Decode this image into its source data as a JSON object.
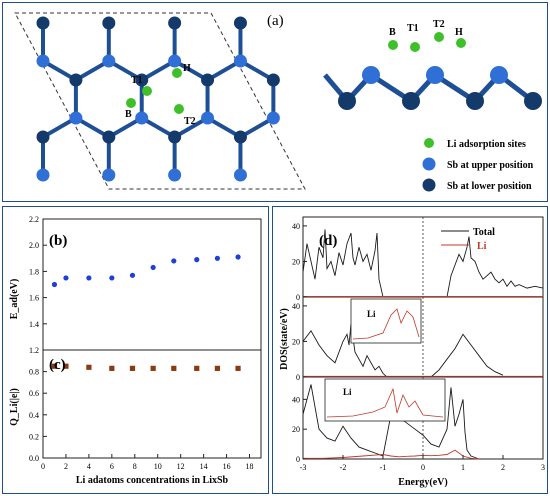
{
  "panel_a": {
    "label": "(a)",
    "top_view_sites": [
      "T1",
      "H",
      "B",
      "T2"
    ],
    "side_view_sites": [
      "B",
      "T1",
      "T2",
      "H"
    ],
    "legend": [
      {
        "label": "Li  adsorption sites",
        "color": "#3fbf2a"
      },
      {
        "label": "Sb at upper position",
        "color": "#2f6fd6"
      },
      {
        "label": "Sb at lower position",
        "color": "#143a6b"
      }
    ]
  },
  "panel_bc": {
    "label_b": "(b)",
    "label_c": "(c)",
    "ylabel_b": "E_ad(eV)",
    "ylabel_c": "Q_Li(|e|)",
    "xlabel": "Li adatoms concentrations in LixSb"
  },
  "panel_d": {
    "label": "(d)",
    "ylabel": "DOS(state/eV)",
    "xlabel": "Energy(eV)",
    "legend": [
      {
        "label": "Total",
        "color": "#1a1a1a"
      },
      {
        "label": "Li",
        "color": "#c0392b"
      }
    ],
    "inset_label": "Li"
  },
  "chart_data": [
    {
      "type": "scatter",
      "title": "(b)",
      "ylabel": "E_ad(eV)",
      "xlim": [
        0,
        19
      ],
      "ylim": [
        1.2,
        2.2
      ],
      "yticks": [
        1.2,
        1.4,
        1.6,
        1.8,
        2.0,
        2.2
      ],
      "color": "#1f3fd9",
      "x": [
        1,
        2,
        4,
        6,
        7.8,
        9.6,
        11.4,
        13.4,
        15.2,
        17
      ],
      "y": [
        1.7,
        1.75,
        1.75,
        1.75,
        1.77,
        1.83,
        1.88,
        1.89,
        1.9,
        1.91
      ]
    },
    {
      "type": "scatter",
      "title": "(c)",
      "ylabel": "Q_Li(|e|)",
      "xlabel": "Li adatoms concentrations in LixSb",
      "xlim": [
        0,
        19
      ],
      "xticks": [
        0,
        2,
        4,
        6,
        8,
        10,
        12,
        14,
        16,
        18
      ],
      "ylim": [
        0.0,
        1.0
      ],
      "yticks": [
        0.0,
        0.2,
        0.4,
        0.6,
        0.8
      ],
      "color": "#8b3a12",
      "x": [
        1,
        2,
        4,
        6,
        7.8,
        9.6,
        11.4,
        13.4,
        15.2,
        17
      ],
      "y": [
        0.85,
        0.85,
        0.84,
        0.83,
        0.83,
        0.83,
        0.83,
        0.83,
        0.83,
        0.83
      ]
    },
    {
      "type": "line",
      "title": "(d)",
      "xlabel": "Energy(eV)",
      "ylabel": "DOS(state/eV)",
      "xlim": [
        -3,
        3
      ],
      "xticks": [
        -3,
        -2,
        -1,
        0,
        1,
        2,
        3
      ],
      "panels": [
        {
          "ylim": [
            0,
            45
          ],
          "yticks": [
            0,
            20,
            40
          ],
          "series": [
            {
              "name": "Total",
              "x": [
                -3,
                -2.9,
                -2.8,
                -2.7,
                -2.6,
                -2.5,
                -2.45,
                -2.4,
                -2.3,
                -2.2,
                -2.1,
                -2.0,
                -1.9,
                -1.8,
                -1.75,
                -1.7,
                -1.6,
                -1.5,
                -1.4,
                -1.3,
                -1.2,
                -1.15,
                -1.1,
                -1.05,
                -1.0,
                0.6,
                0.7,
                0.8,
                0.9,
                1.0,
                1.1,
                1.15,
                1.2,
                1.3,
                1.4,
                1.5,
                1.6,
                1.7,
                1.8,
                1.9,
                2.0,
                2.1,
                2.2,
                2.3,
                2.4,
                2.6,
                2.8,
                3.0
              ],
              "y": [
                14,
                30,
                20,
                10,
                28,
                22,
                38,
                16,
                20,
                12,
                25,
                18,
                30,
                36,
                22,
                18,
                28,
                20,
                24,
                15,
                26,
                36,
                10,
                5,
                0,
                0,
                12,
                18,
                24,
                20,
                28,
                34,
                22,
                20,
                14,
                10,
                12,
                14,
                10,
                8,
                10,
                6,
                9,
                6,
                7,
                5,
                6,
                5
              ]
            },
            {
              "name": "Li",
              "x": [
                -3,
                3
              ],
              "y": [
                0.3,
                0.3
              ]
            }
          ]
        },
        {
          "ylim": [
            0,
            45
          ],
          "yticks": [
            0,
            20,
            40
          ],
          "series": [
            {
              "name": "Total",
              "x": [
                -3,
                -2.8,
                -2.6,
                -2.4,
                -2.2,
                -2.0,
                -1.9,
                -1.85,
                -1.8,
                -1.7,
                -1.6,
                -1.5,
                -1.4,
                -1.3,
                -1.2,
                -1.1,
                -1.0,
                -0.9,
                0.2,
                0.4,
                0.6,
                0.8,
                1.0,
                1.2,
                1.4,
                1.6,
                1.8,
                2.0
              ],
              "y": [
                20,
                26,
                18,
                12,
                8,
                20,
                24,
                18,
                30,
                14,
                10,
                6,
                12,
                8,
                4,
                6,
                2,
                0,
                0,
                4,
                10,
                16,
                24,
                18,
                12,
                6,
                3,
                1
              ]
            },
            {
              "name": "Li",
              "x": [
                -3,
                3
              ],
              "y": [
                0.4,
                0.4
              ]
            }
          ]
        },
        {
          "ylim": [
            0,
            55
          ],
          "yticks": [
            0,
            20,
            40
          ],
          "series": [
            {
              "name": "Total",
              "x": [
                -3,
                -2.8,
                -2.6,
                -2.4,
                -2.2,
                -2.0,
                -1.8,
                -1.6,
                -1.4,
                -1.2,
                -1.0,
                -0.8,
                -0.6,
                -0.4,
                -0.2,
                0.0,
                0.2,
                0.4,
                0.6,
                0.7,
                0.8,
                0.9,
                1.0,
                1.05,
                1.1,
                1.2,
                1.4
              ],
              "y": [
                30,
                50,
                20,
                14,
                12,
                22,
                14,
                8,
                6,
                4,
                2,
                30,
                28,
                24,
                20,
                16,
                10,
                8,
                20,
                48,
                22,
                30,
                40,
                18,
                6,
                2,
                0
              ]
            },
            {
              "name": "Li",
              "x": [
                -3,
                -2.5,
                -2.0,
                -1.5,
                -1.0,
                -0.8,
                -0.6,
                -0.4,
                -0.2,
                0.0,
                0.2,
                0.4,
                0.6,
                0.8,
                1.0,
                1.2,
                1.4
              ],
              "y": [
                0.5,
                0.5,
                1,
                2,
                3,
                2,
                1.5,
                1.8,
                2,
                2.5,
                2.2,
                2.5,
                3,
                6,
                2,
                0.5,
                0
              ]
            }
          ]
        }
      ]
    }
  ]
}
